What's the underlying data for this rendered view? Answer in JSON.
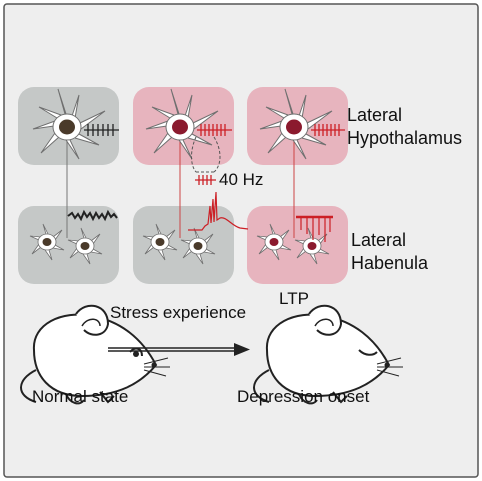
{
  "colors": {
    "frame_bg": "#eeeeee",
    "frame_border": "#555555",
    "gray_box": "#c5c8c7",
    "pink_box": "#e7b4be",
    "neuron_fill": "#ffffff",
    "neuron_stroke": "#6f6f6f",
    "nucleus_dark": "#4a3a2a",
    "nucleus_red": "#8b1a2e",
    "spike_red": "#cc1f25",
    "spike_black": "#222222"
  },
  "labels": {
    "lateral_hypothalamus": [
      "Lateral",
      "Hypothalamus"
    ],
    "lateral_habenula": [
      "Lateral",
      "Habenula"
    ],
    "frequency": "40 Hz",
    "ltp": "LTP",
    "stress": "Stress experience",
    "normal": "Normal state",
    "depression": "Depression onset"
  },
  "icons": [
    "neuron-icon",
    "spike-train-icon",
    "mouse-icon",
    "arrow-right-icon",
    "epsp-trace-icon"
  ]
}
